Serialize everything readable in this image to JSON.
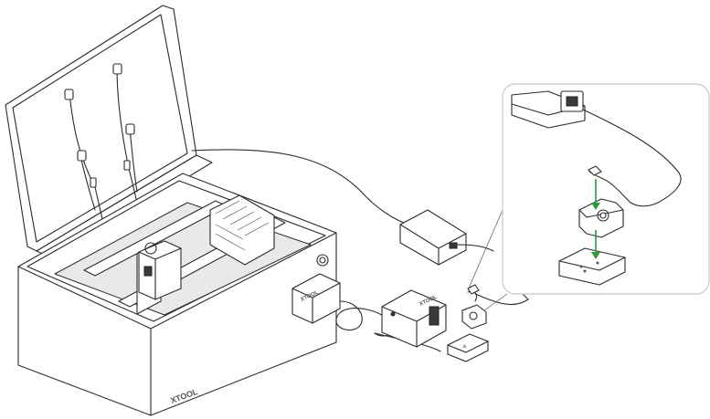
{
  "brand_text": "XTOOL",
  "colors": {
    "line": "#2b2b2b",
    "arrow": "#2e9b3a",
    "panel_border": "#c8c8c8",
    "background": "#ffffff"
  },
  "icons": [
    "laser-engraver",
    "power-adapter",
    "purifier-module",
    "safety-key",
    "key-base",
    "power-outlet"
  ]
}
